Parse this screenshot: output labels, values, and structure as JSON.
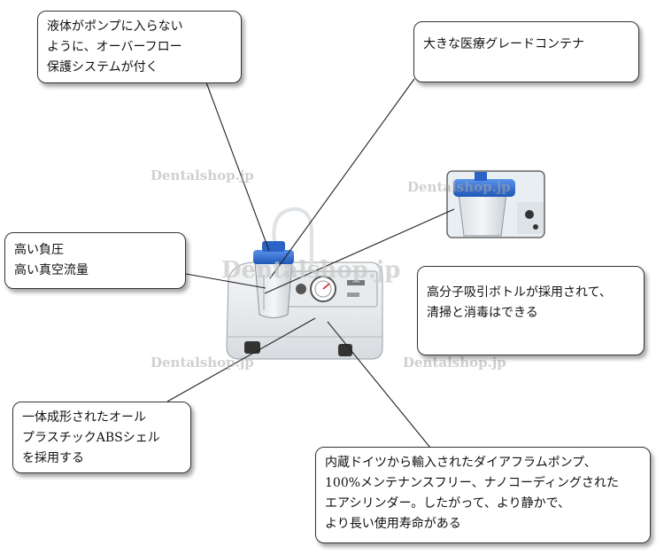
{
  "callouts": {
    "overflow": {
      "lines": [
        "液体がポンプに入らない",
        "ように、オーバーフロー",
        "保護システムが付く"
      ]
    },
    "container": {
      "lines": [
        "大きな医療グレードコンテナ"
      ]
    },
    "vacuum": {
      "lines": [
        "高い負圧",
        "高い真空流量"
      ]
    },
    "bottle": {
      "lines": [
        "高分子吸引ボトルが採用されて、",
        "清掃と消毒はできる"
      ]
    },
    "shell": {
      "lines": [
        "一体成形されたオール",
        "プラスチックABSシェル",
        "を採用する"
      ]
    },
    "pump": {
      "lines": [
        "内蔵ドイツから輸入されたダイアフラムポンプ、",
        "100%メンテナンスフリー、ナノコーディングされた",
        "エアシリンダー。したがって、より静かで、",
        "より長い使用寿命がある"
      ]
    }
  },
  "watermarks": {
    "text": "Dentalshop.jp"
  },
  "colors": {
    "lid_blue": "#2f6fd6",
    "body_white": "#eef0f2",
    "leader_line": "#222222"
  }
}
